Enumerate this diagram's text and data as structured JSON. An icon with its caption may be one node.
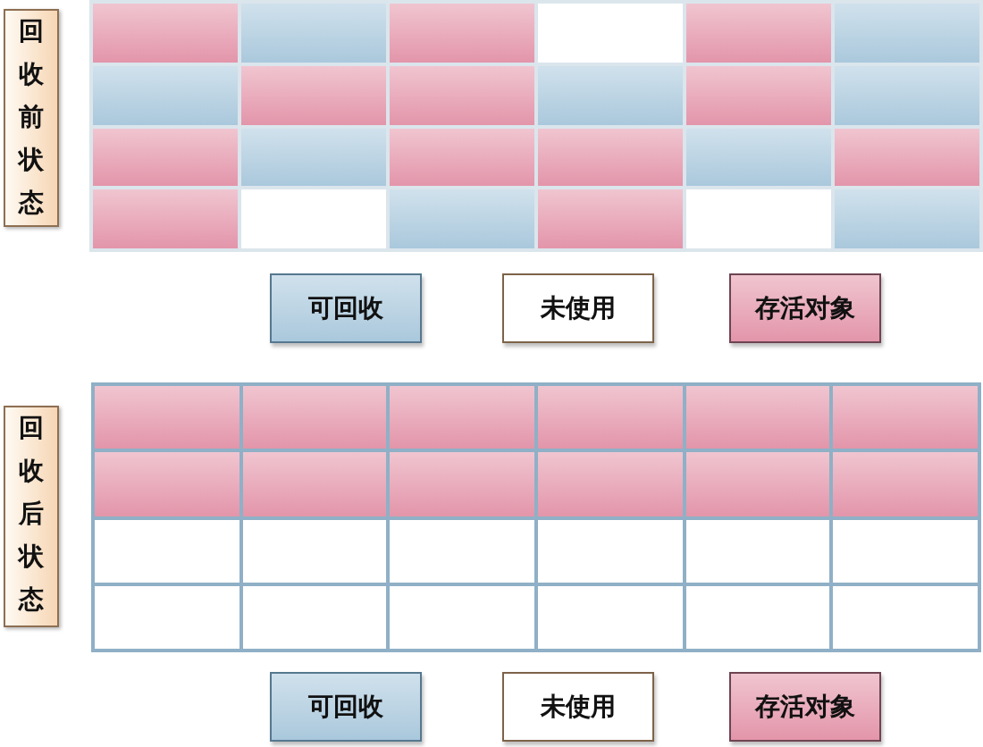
{
  "diagram": {
    "nodes": [
      {
        "text": [
          "回收前状态"
        ]
      },
      {
        "text": [
          "回收后状态"
        ]
      }
    ],
    "legend": [
      {
        "text": "可回收",
        "color": "#aac8dc"
      },
      {
        "text": "未使用",
        "color": "#ffffff"
      },
      {
        "text": "存活对象",
        "color": "#e395aa"
      },
      {
        "text": "可回收",
        "color": "#aac8dc"
      },
      {
        "text": "未使用",
        "color": "#ffffff"
      },
      {
        "text": "存活对象",
        "color": "#e395aa"
      }
    ]
  }
}
